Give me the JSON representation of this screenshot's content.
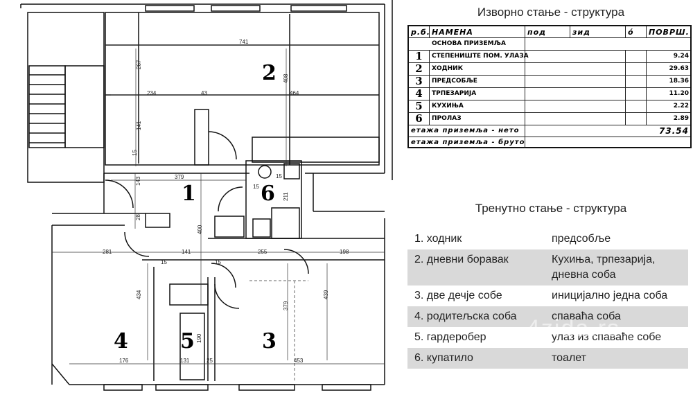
{
  "plan": {
    "room_numbers": [
      "1",
      "2",
      "3",
      "4",
      "5",
      "6"
    ],
    "dims": [
      "741",
      "267",
      "234",
      "43",
      "408",
      "464",
      "141",
      "379",
      "143",
      "28",
      "400",
      "211",
      "281",
      "141",
      "255",
      "198",
      "15",
      "434",
      "379",
      "439",
      "176",
      "131",
      "25",
      "453",
      "190",
      "15",
      "15",
      "15",
      "15"
    ]
  },
  "old_table": {
    "title": "Изворно стање - структура",
    "headers": [
      "р.б.",
      "НАМЕНА",
      "под",
      "зид",
      "ó",
      "ПОВРШ."
    ],
    "section": "ОСНОВА ПРИЗЕМЉА",
    "rows": [
      {
        "no": "1",
        "name": "СТЕПЕНИШТЕ ПОМ. УЛАЗА",
        "area": "9.24"
      },
      {
        "no": "2",
        "name": "ХОДНИК",
        "area": "29.63"
      },
      {
        "no": "3",
        "name": "ПРЕДСОБЉЕ",
        "area": "18.36"
      },
      {
        "no": "4",
        "name": "ТРПЕЗАРИЈА",
        "area": "11.20"
      },
      {
        "no": "5",
        "name": "КУХИЊА",
        "area": "2.22"
      },
      {
        "no": "6",
        "name": "ПРОЛАЗ",
        "area": "2.89"
      }
    ],
    "net_label": "етажа приземља - нето",
    "net_value": "73.54",
    "gross_label": "етажа приземља - бруто"
  },
  "new_table": {
    "title": "Тренутно стање - структура",
    "rows": [
      {
        "room": "1. ходник",
        "note": "предсобље"
      },
      {
        "room": "2. дневни боравак",
        "note": "Кухиња, трпезарија, дневна соба"
      },
      {
        "room": "3. две дечје собе",
        "note": "иницијално једна соба"
      },
      {
        "room": "4. родитељска соба",
        "note": "спаваћа соба"
      },
      {
        "room": "5. гардеробер",
        "note": "улаз из спаваће собе"
      },
      {
        "room": "6. купатило",
        "note": "тоалет"
      }
    ]
  },
  "watermark": "4zida.rs"
}
